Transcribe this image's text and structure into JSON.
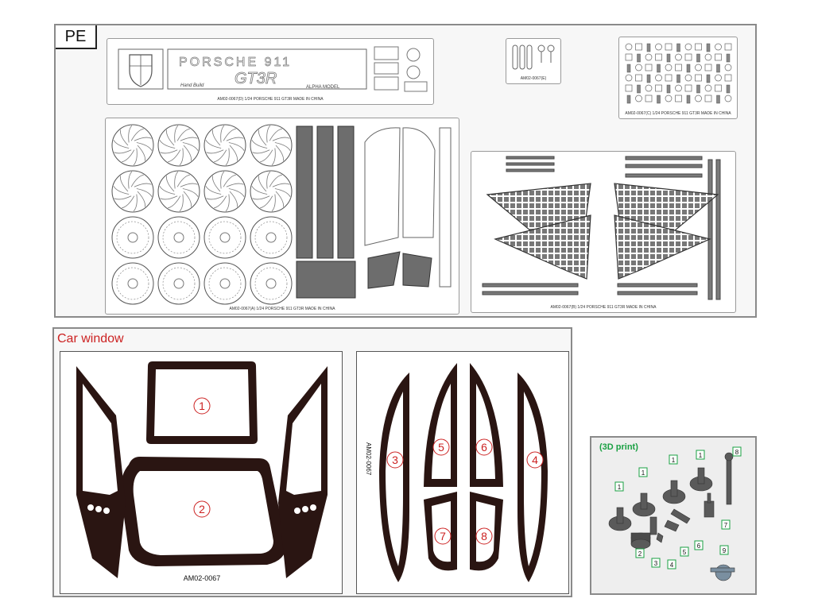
{
  "pe": {
    "tag": "PE",
    "sheets": {
      "d": {
        "caption": "AM02-0067(D)   1/24 PORSCHE 911 GT3R   MADE IN CHINA",
        "brand_main": "PORSCHE 911",
        "brand_sub": "GT3R",
        "script": "Hand Build",
        "maker": "ALPHA MODEL"
      },
      "e": {
        "caption": "AM02-0067(E)"
      },
      "c": {
        "caption": "AM02-0067(C)   1/24 PORSCHE 911 GT3R   MADE IN CHINA"
      },
      "a": {
        "caption": "AM02-0067(A)   1/24 PORSCHE 911 GT3R   MADE IN CHINA"
      },
      "b": {
        "caption": "AM02-0067(B)   1/24 PORSCHE 911 GT3R   MADE IN CHINA"
      }
    }
  },
  "car_window": {
    "title": "Car window",
    "left_code": "AM02-0067",
    "right_code": "AM02-0067",
    "parts": [
      "1",
      "2",
      "3",
      "4",
      "5",
      "6",
      "7",
      "8"
    ]
  },
  "print3d": {
    "title": "(3D print)",
    "labels": [
      "1",
      "1",
      "1",
      "1",
      "8",
      "2",
      "3",
      "4",
      "5",
      "6",
      "7",
      "9"
    ]
  },
  "colors": {
    "frame": "#2a1512",
    "label_red": "#cc2222",
    "green": "#1aa043",
    "part_gray": "#555555"
  }
}
